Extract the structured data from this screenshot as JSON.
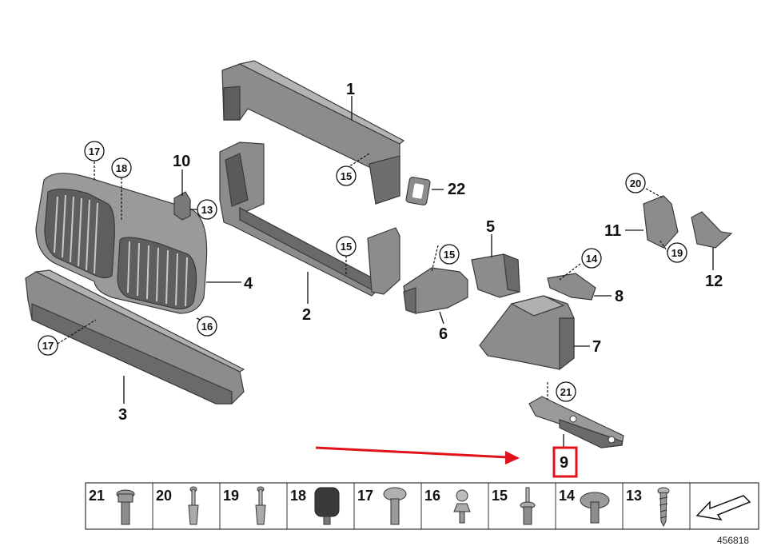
{
  "diagram_id": "456818",
  "callouts": {
    "c1": "1",
    "c2": "2",
    "c3": "3",
    "c4": "4",
    "c5": "5",
    "c6": "6",
    "c7": "7",
    "c8": "8",
    "c9": "9",
    "c10": "10",
    "c11": "11",
    "c12": "12",
    "c22": "22",
    "circ17a": "17",
    "circ18": "18",
    "circ13": "13",
    "circ15a": "15",
    "circ15b": "15",
    "circ15c": "15",
    "circ16": "16",
    "circ17b": "17",
    "circ14": "14",
    "circ20": "20",
    "circ19": "19",
    "circ21": "21"
  },
  "fastener_strip": [
    {
      "number": "21",
      "icon": "flange-bolt-icon"
    },
    {
      "number": "20",
      "icon": "expanding-rivet-icon"
    },
    {
      "number": "19",
      "icon": "push-rivet-icon"
    },
    {
      "number": "18",
      "icon": "rubber-mount-icon"
    },
    {
      "number": "17",
      "icon": "washer-screw-icon"
    },
    {
      "number": "16",
      "icon": "ball-stud-icon"
    },
    {
      "number": "15",
      "icon": "rivet-icon"
    },
    {
      "number": "14",
      "icon": "spring-nut-icon"
    },
    {
      "number": "13",
      "icon": "self-tapping-screw-icon"
    }
  ],
  "colors": {
    "part_fill": "#8c8c8c",
    "part_dark": "#5e5e5e",
    "part_light": "#b4b4b4",
    "highlight": "#e0111b",
    "arrow": "#e0111b"
  }
}
